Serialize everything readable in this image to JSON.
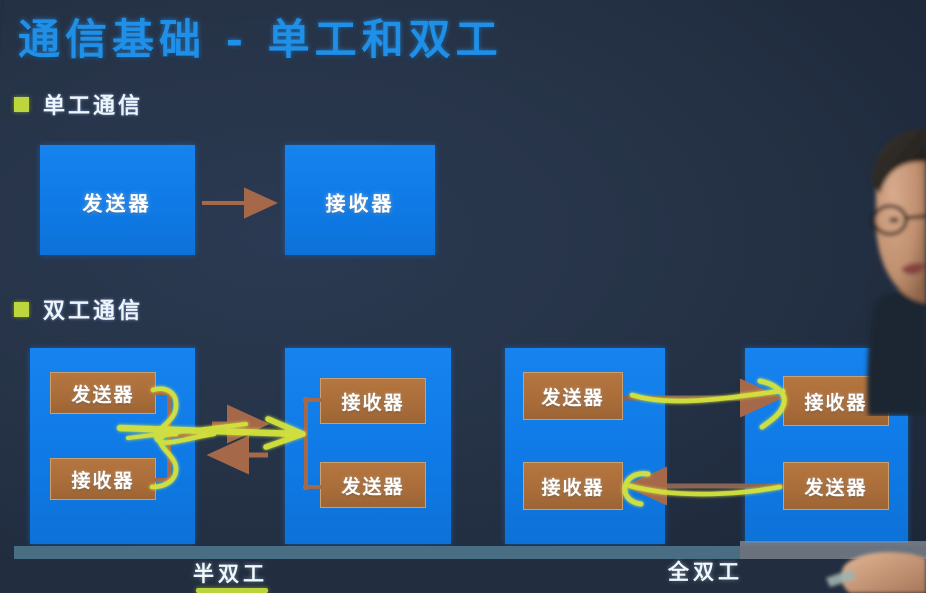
{
  "slide": {
    "title": "通信基础 - 单工和双工",
    "background_color": "#263347",
    "title_color": "#1f8fe8",
    "bullet_color": "#bcd63b",
    "panel_blue": "#0f7ae6",
    "box_brown": "#a96d3a",
    "arrow_brown": "#9d6a46",
    "annotation_yellow": "#d9e63a"
  },
  "sections": [
    {
      "bullet": "单工通信"
    },
    {
      "bullet": "双工通信"
    }
  ],
  "simplex": {
    "sender_label": "发送器",
    "receiver_label": "接收器",
    "arrow_direction": "right"
  },
  "half_duplex": {
    "caption": "半双工",
    "left_panel": {
      "top_box": "发送器",
      "bottom_box": "接收器"
    },
    "right_panel": {
      "top_box": "接收器",
      "bottom_box": "发送器"
    },
    "center_arrows": [
      {
        "direction": "right"
      },
      {
        "direction": "left"
      }
    ],
    "annotated": "true"
  },
  "full_duplex": {
    "caption": "全双工",
    "left_panel": {
      "top_box": "发送器",
      "bottom_box": "接收器"
    },
    "right_panel": {
      "top_box": "接收器",
      "bottom_box": "发送器"
    },
    "arrows": [
      {
        "direction": "right",
        "from": "发送器",
        "to": "接收器"
      },
      {
        "direction": "left",
        "from": "发送器",
        "to": "接收器"
      }
    ],
    "annotated": "true"
  },
  "presenter": {
    "present": "true",
    "description": "讲师"
  }
}
